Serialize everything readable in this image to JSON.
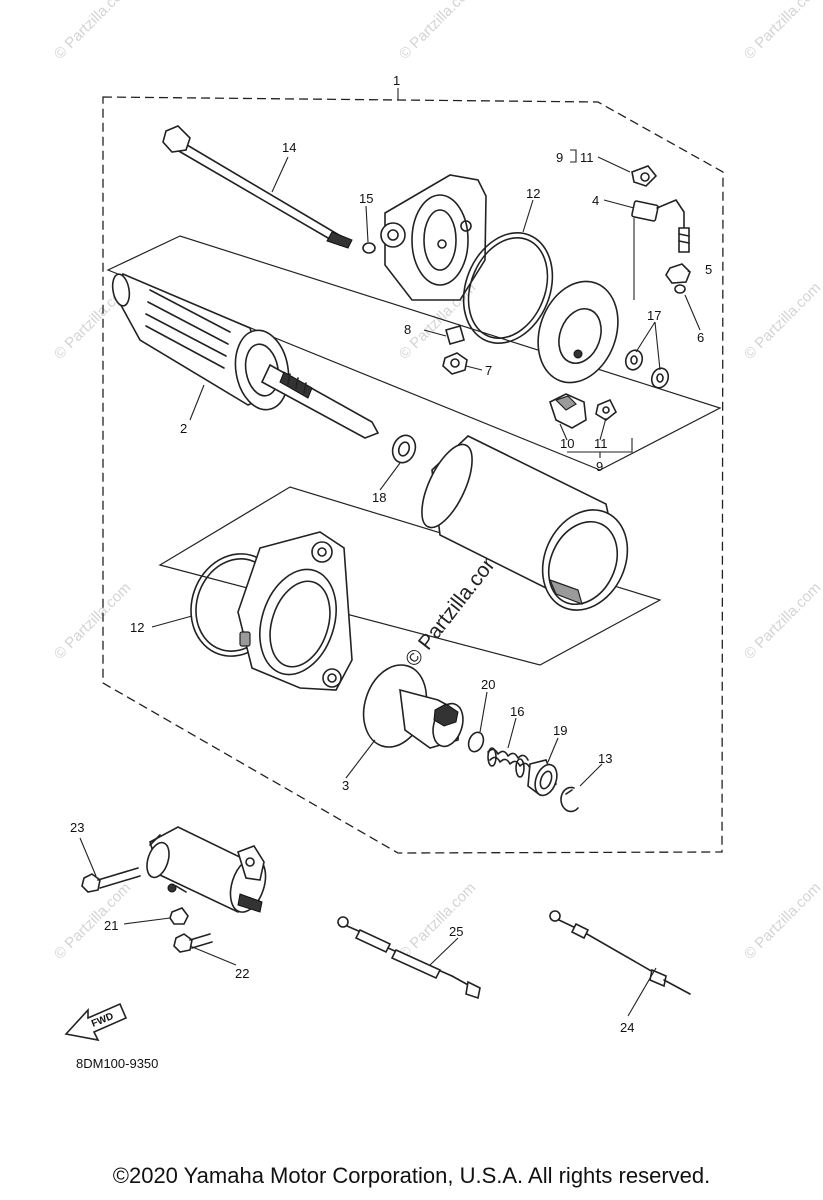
{
  "diagram": {
    "callouts": [
      {
        "id": "1",
        "label": "1"
      },
      {
        "id": "2",
        "label": "2"
      },
      {
        "id": "3",
        "label": "3"
      },
      {
        "id": "4",
        "label": "4"
      },
      {
        "id": "5",
        "label": "5"
      },
      {
        "id": "6",
        "label": "6"
      },
      {
        "id": "7",
        "label": "7"
      },
      {
        "id": "8",
        "label": "8"
      },
      {
        "id": "9a",
        "label": "9"
      },
      {
        "id": "11a",
        "label": "11"
      },
      {
        "id": "9b",
        "label": "9"
      },
      {
        "id": "10",
        "label": "10"
      },
      {
        "id": "11b",
        "label": "11"
      },
      {
        "id": "12a",
        "label": "12"
      },
      {
        "id": "12b",
        "label": "12"
      },
      {
        "id": "13",
        "label": "13"
      },
      {
        "id": "14",
        "label": "14"
      },
      {
        "id": "15",
        "label": "15"
      },
      {
        "id": "16",
        "label": "16"
      },
      {
        "id": "17",
        "label": "17"
      },
      {
        "id": "18",
        "label": "18"
      },
      {
        "id": "19",
        "label": "19"
      },
      {
        "id": "20",
        "label": "20"
      },
      {
        "id": "21",
        "label": "21"
      },
      {
        "id": "22",
        "label": "22"
      },
      {
        "id": "23",
        "label": "23"
      },
      {
        "id": "24",
        "label": "24"
      },
      {
        "id": "25",
        "label": "25"
      }
    ],
    "reference_code": "8DM100-9350",
    "fwd_label": "FWD",
    "watermark_center": "© Partzilla.com",
    "watermark_small": "© Partzilla.com"
  },
  "footer": {
    "copyright": "©2020 Yamaha Motor Corporation, U.S.A. All rights reserved."
  }
}
